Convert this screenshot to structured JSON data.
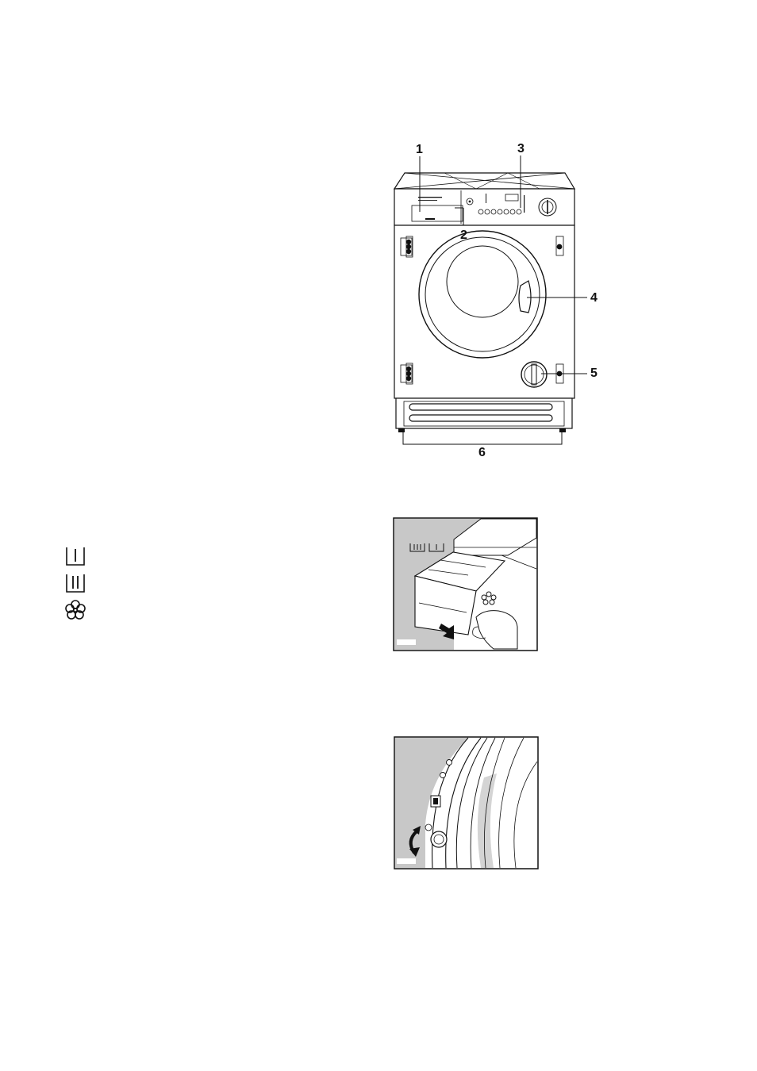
{
  "machine_diagram": {
    "callouts": [
      {
        "id": "callout-1",
        "text": "1"
      },
      {
        "id": "callout-2",
        "text": "2"
      },
      {
        "id": "callout-3",
        "text": "3"
      },
      {
        "id": "callout-4",
        "text": "4"
      },
      {
        "id": "callout-5",
        "text": "5"
      },
      {
        "id": "callout-6",
        "text": "6"
      }
    ]
  },
  "dispenser_symbols": [
    {
      "name": "prewash-compartment-icon"
    },
    {
      "name": "main-wash-compartment-icon"
    },
    {
      "name": "softener-compartment-icon"
    }
  ],
  "illustrations": [
    {
      "name": "dispenser-drawer-illustration"
    },
    {
      "name": "filter-cover-illustration"
    }
  ]
}
